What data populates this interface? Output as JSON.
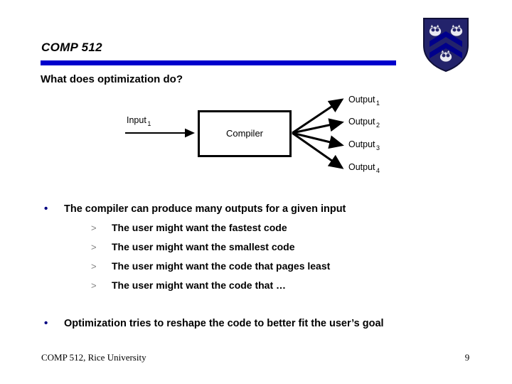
{
  "slide": {
    "title": "COMP 512",
    "subtitle": "What does optimization do?",
    "rule_color": "#0000CC",
    "bullet_color": "#000080",
    "subbullet_color": "#808080"
  },
  "logo": {
    "name": "rice-university-shield",
    "shield_color": "#1a1a6e",
    "chevron_color": "#00008B",
    "owl_color": "#e8e8f0"
  },
  "diagram": {
    "input": {
      "label": "Input",
      "subscript": "1"
    },
    "box": {
      "label": "Compiler"
    },
    "outputs": [
      {
        "label": "Output",
        "subscript": "1"
      },
      {
        "label": "Output",
        "subscript": "2"
      },
      {
        "label": "Output",
        "subscript": "3"
      },
      {
        "label": "Output",
        "subscript": "4"
      }
    ]
  },
  "body": {
    "bullets": [
      {
        "marker": "•",
        "text": "The compiler can produce many outputs for a given input",
        "sub_marker": ">",
        "sub_items": [
          "The user might want the fastest code",
          "The user might want the smallest code",
          "The user might want the code that pages least",
          "The user might want the code that …"
        ]
      },
      {
        "marker": "•",
        "text": "Optimization tries to reshape the code to better fit the user’s goal",
        "sub_items": []
      }
    ]
  },
  "footer": {
    "text": "COMP 512, Rice University",
    "page_number": "9"
  }
}
